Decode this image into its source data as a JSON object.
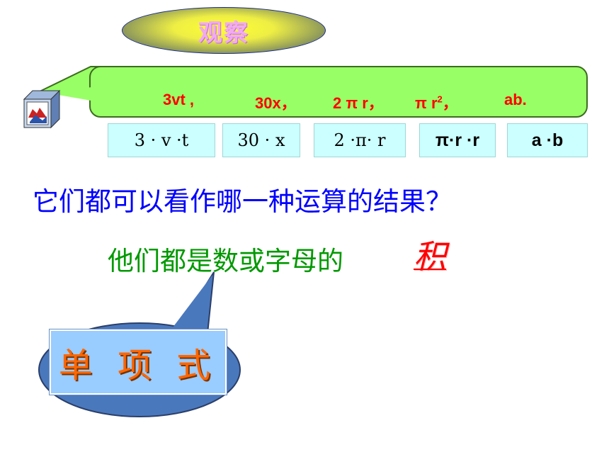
{
  "title": "观察",
  "expressions": {
    "e1": "3vt ,",
    "e2": "30x，",
    "e3": "2 π r，",
    "e4_base": "π r",
    "e4_exp": "2",
    "e4_comma": "，",
    "e5": "ab."
  },
  "factors": [
    "3 · v ·t",
    "30 · x",
    "2 ·π· r",
    "π·r ·r",
    "a ·b"
  ],
  "question": "它们都可以看作哪一种运算的结果？",
  "answer_prefix": "他们都是数或字母的",
  "answer_highlight": "积",
  "term": "单 项 式",
  "colors": {
    "callout_green": "#99ff66",
    "factor_box": "#ccffff",
    "question_text": "#0000ff",
    "answer_text": "#009900",
    "highlight": "#ff0000",
    "bubble": "#4a78bd",
    "term_box": "#99ccff",
    "term_text": "#ff6600"
  },
  "icons": [
    "cube-icon"
  ]
}
